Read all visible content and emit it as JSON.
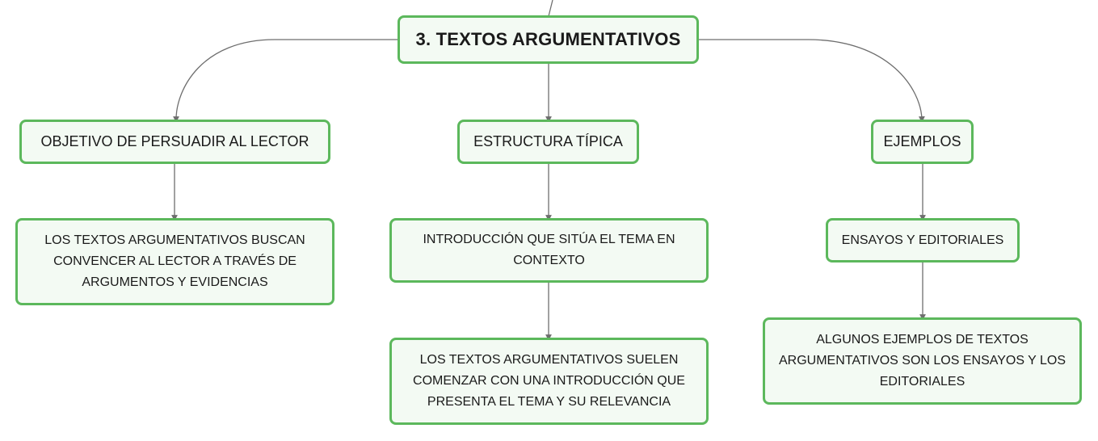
{
  "root": {
    "label": "3. TEXTOS ARGUMENTATIVOS"
  },
  "branches": [
    {
      "label": "OBJETIVO DE PERSUADIR AL LECTOR",
      "children": [
        {
          "label": "LOS TEXTOS ARGUMENTATIVOS BUSCAN CONVENCER AL LECTOR A TRAVÉS DE ARGUMENTOS Y EVIDENCIAS"
        }
      ]
    },
    {
      "label": "ESTRUCTURA TÍPICA",
      "children": [
        {
          "label": "INTRODUCCIÓN QUE SITÚA EL TEMA EN CONTEXTO"
        },
        {
          "label": "LOS TEXTOS ARGUMENTATIVOS SUELEN COMENZAR CON UNA INTRODUCCIÓN QUE PRESENTA EL TEMA Y SU RELEVANCIA"
        }
      ]
    },
    {
      "label": "EJEMPLOS",
      "children": [
        {
          "label": "ENSAYOS Y EDITORIALES"
        },
        {
          "label": "ALGUNOS EJEMPLOS DE TEXTOS ARGUMENTATIVOS SON LOS ENSAYOS Y LOS EDITORIALES"
        }
      ]
    }
  ],
  "colors": {
    "node_border": "#5cb85c",
    "node_fill": "#f3faf3",
    "connector": "#6e6e6e",
    "text": "#1a1a1a"
  }
}
